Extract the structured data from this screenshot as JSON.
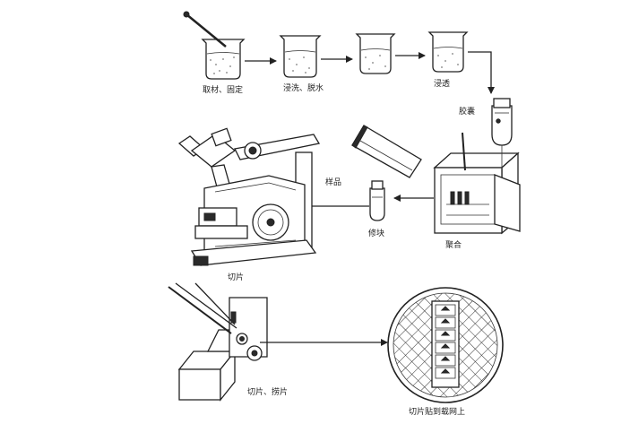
{
  "diagram": {
    "labels": {
      "step1": "取材、固定",
      "step2": "浸洗、脱水",
      "step3": "浸透",
      "capsule": "胶囊",
      "sample": "样品",
      "embed": "聚合",
      "trim": "修块",
      "ultramicrotome": "切片",
      "section_pick": "切片、捞片",
      "grid": "切片贴到载网上"
    }
  }
}
